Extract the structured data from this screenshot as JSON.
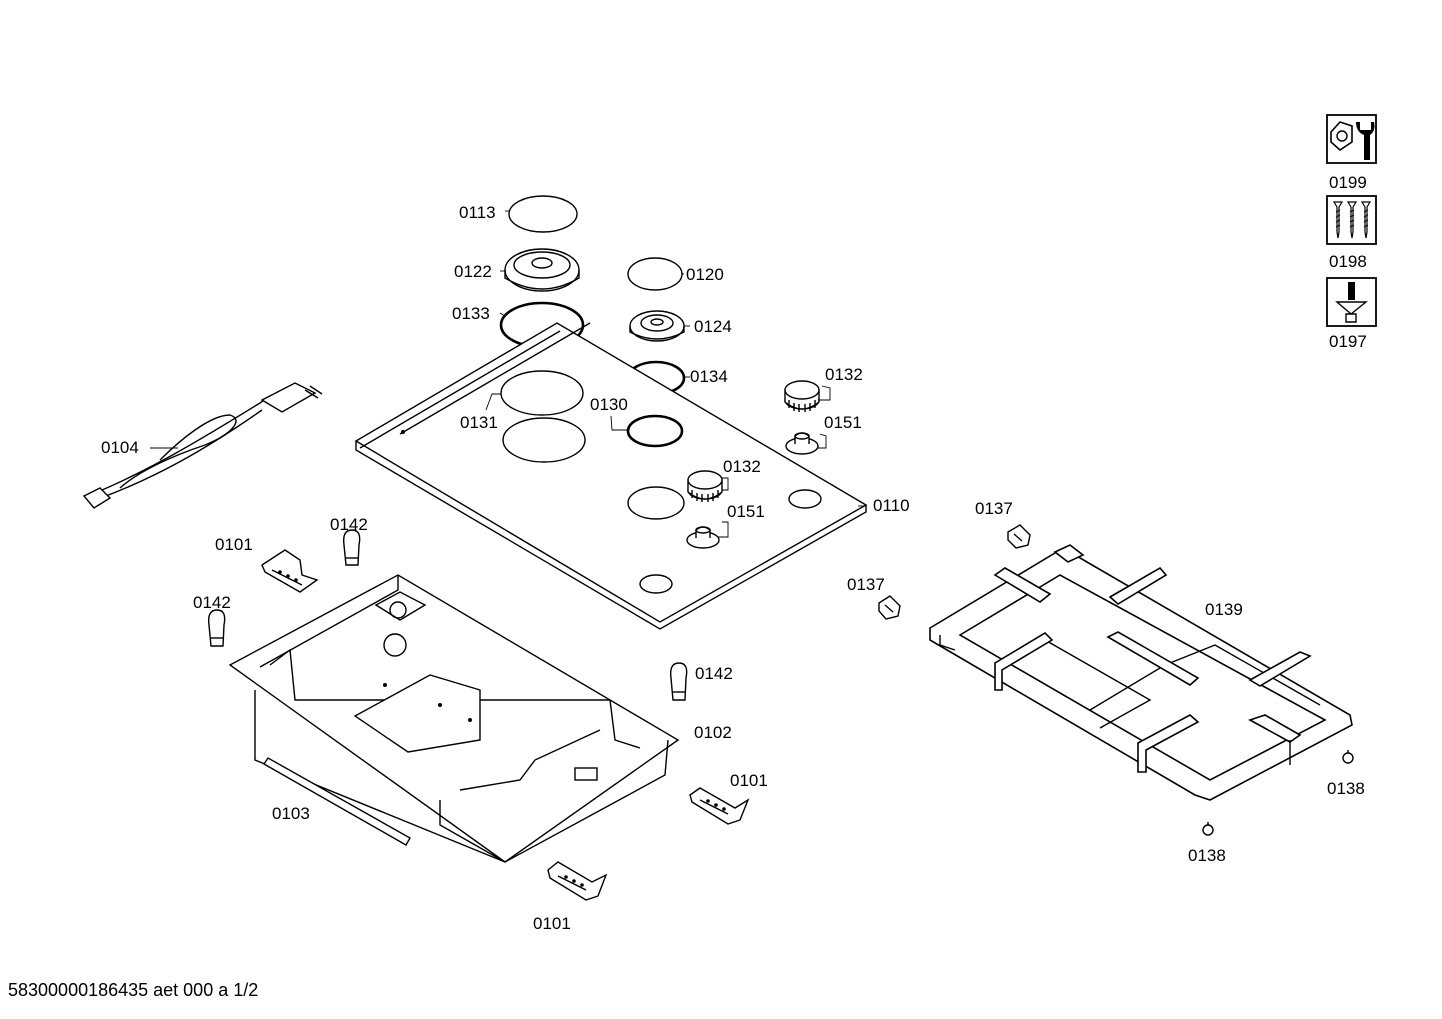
{
  "diagram": {
    "labels": {
      "l0113": "0113",
      "l0122": "0122",
      "l0120": "0120",
      "l0133": "0133",
      "l0124": "0124",
      "l0134": "0134",
      "l0132a": "0132",
      "l0151a": "0151",
      "l0131": "0131",
      "l0130": "0130",
      "l0104": "0104",
      "l0132b": "0132",
      "l0151b": "0151",
      "l0110": "0110",
      "l0137a": "0137",
      "l0101a": "0101",
      "l0142a": "0142",
      "l0137b": "0137",
      "l0142b": "0142",
      "l0139": "0139",
      "l0142c": "0142",
      "l0102": "0102",
      "l0101b": "0101",
      "l0103": "0103",
      "l0138a": "0138",
      "l0138b": "0138",
      "l0101c": "0101",
      "l0199": "0199",
      "l0198": "0198",
      "l0197": "0197"
    },
    "icons": [
      "wrench-nut-icon",
      "screws-icon",
      "grease-gun-icon"
    ]
  },
  "footer": {
    "document_id": "58300000186435 aet 000 a 1/2"
  }
}
